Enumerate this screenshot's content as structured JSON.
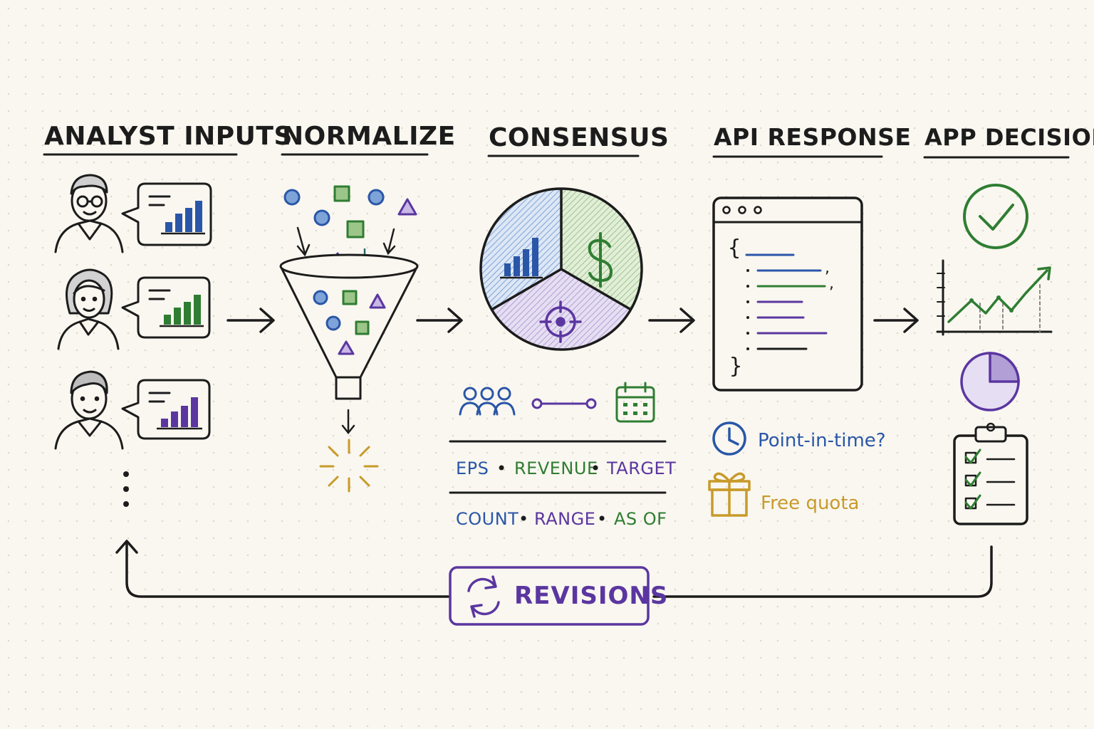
{
  "stages": [
    {
      "id": "analyst-inputs",
      "title": "ANALYST INPUTS"
    },
    {
      "id": "normalize",
      "title": "NORMALIZE"
    },
    {
      "id": "consensus",
      "title": "CONSENSUS"
    },
    {
      "id": "api-response",
      "title": "API RESPONSE"
    },
    {
      "id": "app-decision",
      "title": "APP DECISION"
    }
  ],
  "consensus": {
    "metrics": [
      "EPS",
      "REVENUE",
      "TARGET"
    ],
    "stats": [
      "COUNT",
      "RANGE",
      "AS OF"
    ],
    "separator": "•"
  },
  "api": {
    "open_brace": "{",
    "close_brace": "}",
    "notes": [
      {
        "icon": "clock-icon",
        "text": "Point-in-time?"
      },
      {
        "icon": "gift-icon",
        "text": "Free quota"
      }
    ]
  },
  "feedback": {
    "label": "REVISIONS",
    "icon": "refresh-icon"
  },
  "colors": {
    "ink": "#1c1c1c",
    "blue": "#2a56a8",
    "green": "#2f7d32",
    "purple": "#5b36a0",
    "gold": "#c89a2a",
    "background": "#f9f7f0"
  },
  "icons": [
    "analyst-avatar",
    "speech-bubble-chart",
    "funnel-icon",
    "sparkle-icon",
    "pie-chart-icon",
    "dollar-icon",
    "target-icon",
    "people-icon",
    "range-icon",
    "calendar-icon",
    "browser-window-icon",
    "checkmark-icon",
    "growth-chart-icon",
    "clipboard-checklist-icon",
    "more-dots-icon"
  ]
}
